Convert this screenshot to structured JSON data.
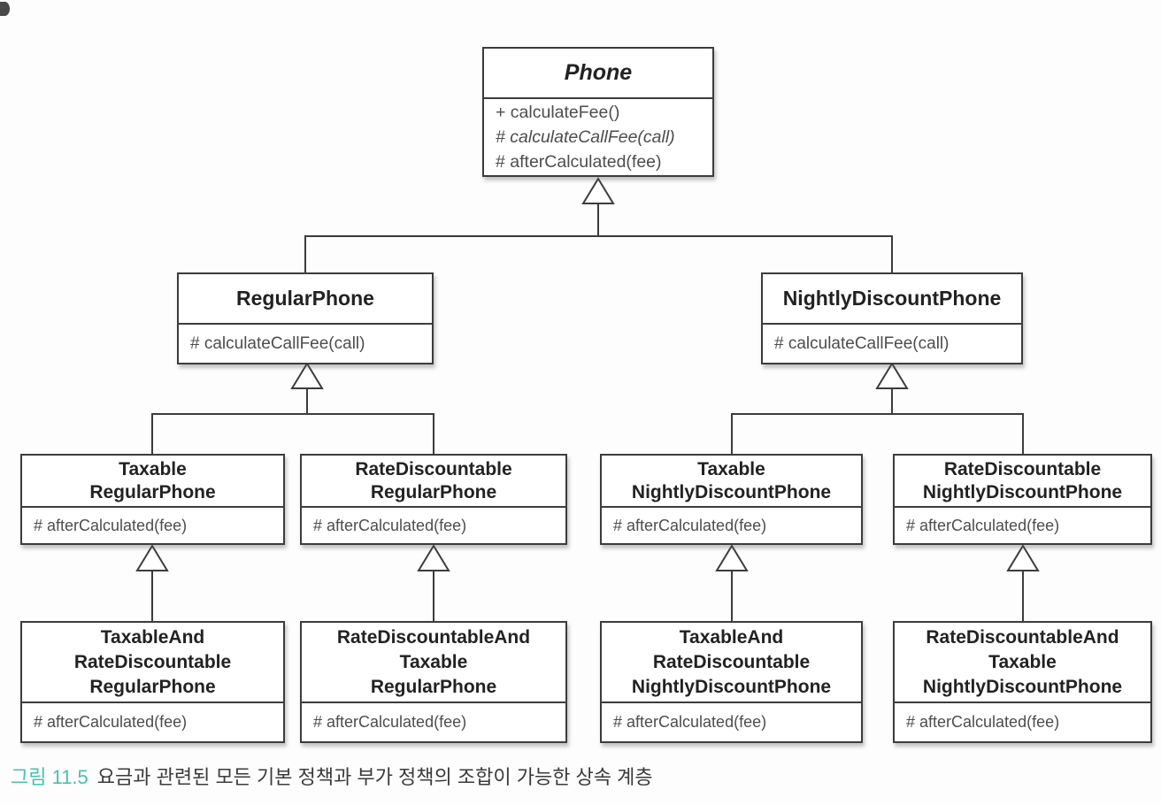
{
  "caption": {
    "label": "그림 11.5",
    "text": "요금과 관련된 모든 기본 정책과 부가 정책의 조합이 가능한 상속 계층"
  },
  "colors": {
    "caption_label": "#47c2ad",
    "line": "#3c3c3c",
    "box_border": "#3c3c3c",
    "title_text": "#222222",
    "method_text": "#4d4d4d",
    "box_background": "#ffffff"
  },
  "diagram": {
    "type": "uml-class-inheritance",
    "classes": {
      "phone": {
        "name": "Phone",
        "abstract": true,
        "name_lines": [
          "Phone"
        ],
        "methods": [
          "+ calculateFee()",
          "# calculateCallFee(call)",
          "# afterCalculated(fee)"
        ]
      },
      "regular_phone": {
        "name": "RegularPhone",
        "name_lines": [
          "RegularPhone"
        ],
        "methods": [
          "# calculateCallFee(call)"
        ]
      },
      "nightly_discount_phone": {
        "name": "NightlyDiscountPhone",
        "name_lines": [
          "NightlyDiscountPhone"
        ],
        "methods": [
          "# calculateCallFee(call)"
        ]
      },
      "taxable_regular_phone": {
        "name": "TaxableRegularPhone",
        "name_lines": [
          "Taxable",
          "RegularPhone"
        ],
        "methods": [
          "# afterCalculated(fee)"
        ]
      },
      "rate_discountable_regular_phone": {
        "name": "RateDiscountableRegularPhone",
        "name_lines": [
          "RateDiscountable",
          "RegularPhone"
        ],
        "methods": [
          "# afterCalculated(fee)"
        ]
      },
      "taxable_nightly_discount_phone": {
        "name": "TaxableNightlyDiscountPhone",
        "name_lines": [
          "Taxable",
          "NightlyDiscountPhone"
        ],
        "methods": [
          "# afterCalculated(fee)"
        ]
      },
      "rate_discountable_nightly_discount_phone": {
        "name": "RateDiscountableNightlyDiscountPhone",
        "name_lines": [
          "RateDiscountable",
          "NightlyDiscountPhone"
        ],
        "methods": [
          "# afterCalculated(fee)"
        ]
      },
      "taxable_and_rate_discountable_regular_phone": {
        "name": "TaxableAndRateDiscountableRegularPhone",
        "name_lines": [
          "TaxableAnd",
          "RateDiscountable",
          "RegularPhone"
        ],
        "methods": [
          "# afterCalculated(fee)"
        ]
      },
      "rate_discountable_and_taxable_regular_phone": {
        "name": "RateDiscountableAndTaxableRegularPhone",
        "name_lines": [
          "RateDiscountableAnd",
          "Taxable",
          "RegularPhone"
        ],
        "methods": [
          "# afterCalculated(fee)"
        ]
      },
      "taxable_and_rate_discountable_nightly_discount_phone": {
        "name": "TaxableAndRateDiscountableNightlyDiscountPhone",
        "name_lines": [
          "TaxableAnd",
          "RateDiscountable",
          "NightlyDiscountPhone"
        ],
        "methods": [
          "# afterCalculated(fee)"
        ]
      },
      "rate_discountable_and_taxable_nightly_discount_phone": {
        "name": "RateDiscountableAndTaxableNightlyDiscountPhone",
        "name_lines": [
          "RateDiscountableAnd",
          "Taxable",
          "NightlyDiscountPhone"
        ],
        "methods": [
          "# afterCalculated(fee)"
        ]
      }
    },
    "inheritance": [
      {
        "child": "RegularPhone",
        "parent": "Phone"
      },
      {
        "child": "NightlyDiscountPhone",
        "parent": "Phone"
      },
      {
        "child": "TaxableRegularPhone",
        "parent": "RegularPhone"
      },
      {
        "child": "RateDiscountableRegularPhone",
        "parent": "RegularPhone"
      },
      {
        "child": "TaxableNightlyDiscountPhone",
        "parent": "NightlyDiscountPhone"
      },
      {
        "child": "RateDiscountableNightlyDiscountPhone",
        "parent": "NightlyDiscountPhone"
      },
      {
        "child": "TaxableAndRateDiscountableRegularPhone",
        "parent": "TaxableRegularPhone"
      },
      {
        "child": "RateDiscountableAndTaxableRegularPhone",
        "parent": "RateDiscountableRegularPhone"
      },
      {
        "child": "TaxableAndRateDiscountableNightlyDiscountPhone",
        "parent": "TaxableNightlyDiscountPhone"
      },
      {
        "child": "RateDiscountableAndTaxableNightlyDiscountPhone",
        "parent": "RateDiscountableNightlyDiscountPhone"
      }
    ]
  }
}
